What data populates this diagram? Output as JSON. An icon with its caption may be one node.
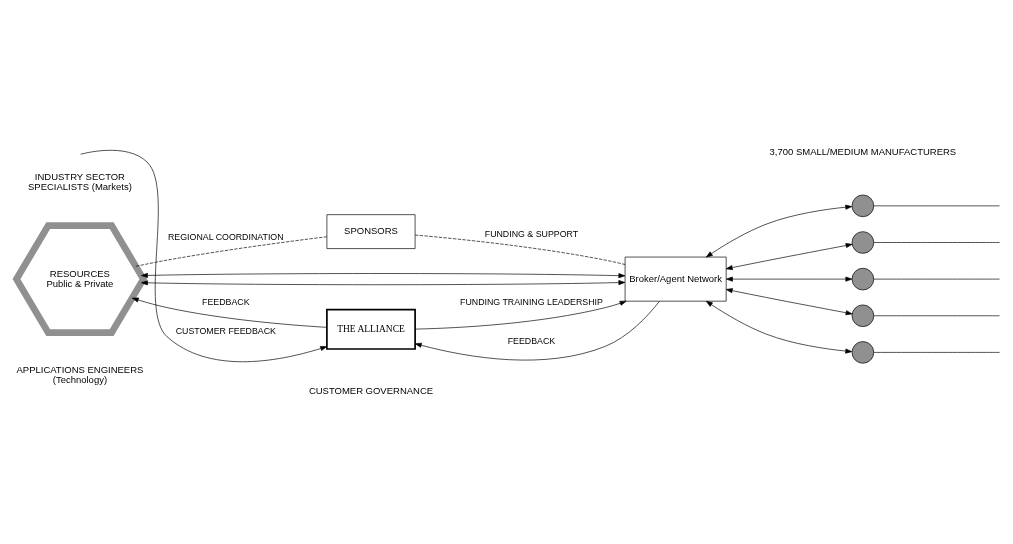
{
  "diagram": {
    "nodes": [
      {
        "text": [
          "RESOURCES",
          "Public & Private"
        ],
        "beside": [
          "INDUSTRY SECTOR SPECIALISTS (Markets)",
          "APPLICATIONS ENGINEERS (Technology)"
        ]
      },
      {
        "text": [
          "SPONSORS"
        ]
      },
      {
        "text": [
          "Broker/Agent Network"
        ]
      },
      {
        "text": [
          "THE ALLIANCE"
        ]
      },
      {
        "text": [],
        "shape": "circle"
      },
      {
        "text": [],
        "shape": "circle"
      },
      {
        "text": [],
        "shape": "circle"
      },
      {
        "text": [],
        "shape": "circle"
      },
      {
        "text": [],
        "shape": "circle"
      }
    ],
    "edges": [
      {
        "from": 3,
        "to": 0,
        "arrow": "to",
        "label": "FEEDBACK"
      },
      {
        "from": 0,
        "to": 1,
        "arrow": "none",
        "style": "dashed",
        "label": "REGIONAL COORDINATION"
      },
      {
        "from": 1,
        "to": 2,
        "arrow": "none",
        "style": "dashed",
        "label": "FUNDING & SUPPORT"
      },
      {
        "from": 0,
        "to": 2,
        "arrow": "both"
      },
      {
        "from": 0,
        "to": 2,
        "arrow": "both"
      },
      {
        "from": 2,
        "to": 3,
        "arrow": "to",
        "label": "FEEDBACK"
      },
      {
        "from": 3,
        "to": 2,
        "arrow": "to",
        "label": "FUNDING TRAINING LEADERSHIP"
      },
      {
        "from": 2,
        "to": 4,
        "arrow": "both"
      },
      {
        "from": 2,
        "to": 5,
        "arrow": "both"
      },
      {
        "from": 2,
        "to": 6,
        "arrow": "both"
      },
      {
        "from": 2,
        "to": 7,
        "arrow": "both"
      },
      {
        "from": 2,
        "to": 8,
        "arrow": "both"
      },
      {
        "from": 4,
        "to": null,
        "arrow": "none"
      },
      {
        "from": 5,
        "to": null,
        "arrow": "none"
      },
      {
        "from": 6,
        "to": null,
        "arrow": "none"
      },
      {
        "from": 7,
        "to": null,
        "arrow": "none"
      },
      {
        "from": 8,
        "to": null,
        "arrow": "none"
      },
      {
        "from": null,
        "to": 3,
        "arrow": "to",
        "label": "CUSTOMER FEEDBACK"
      }
    ],
    "labels": [
      "3,700 SMALL/MEDIUM MANUFACTURERS",
      "CUSTOMER GOVERNANCE"
    ]
  }
}
